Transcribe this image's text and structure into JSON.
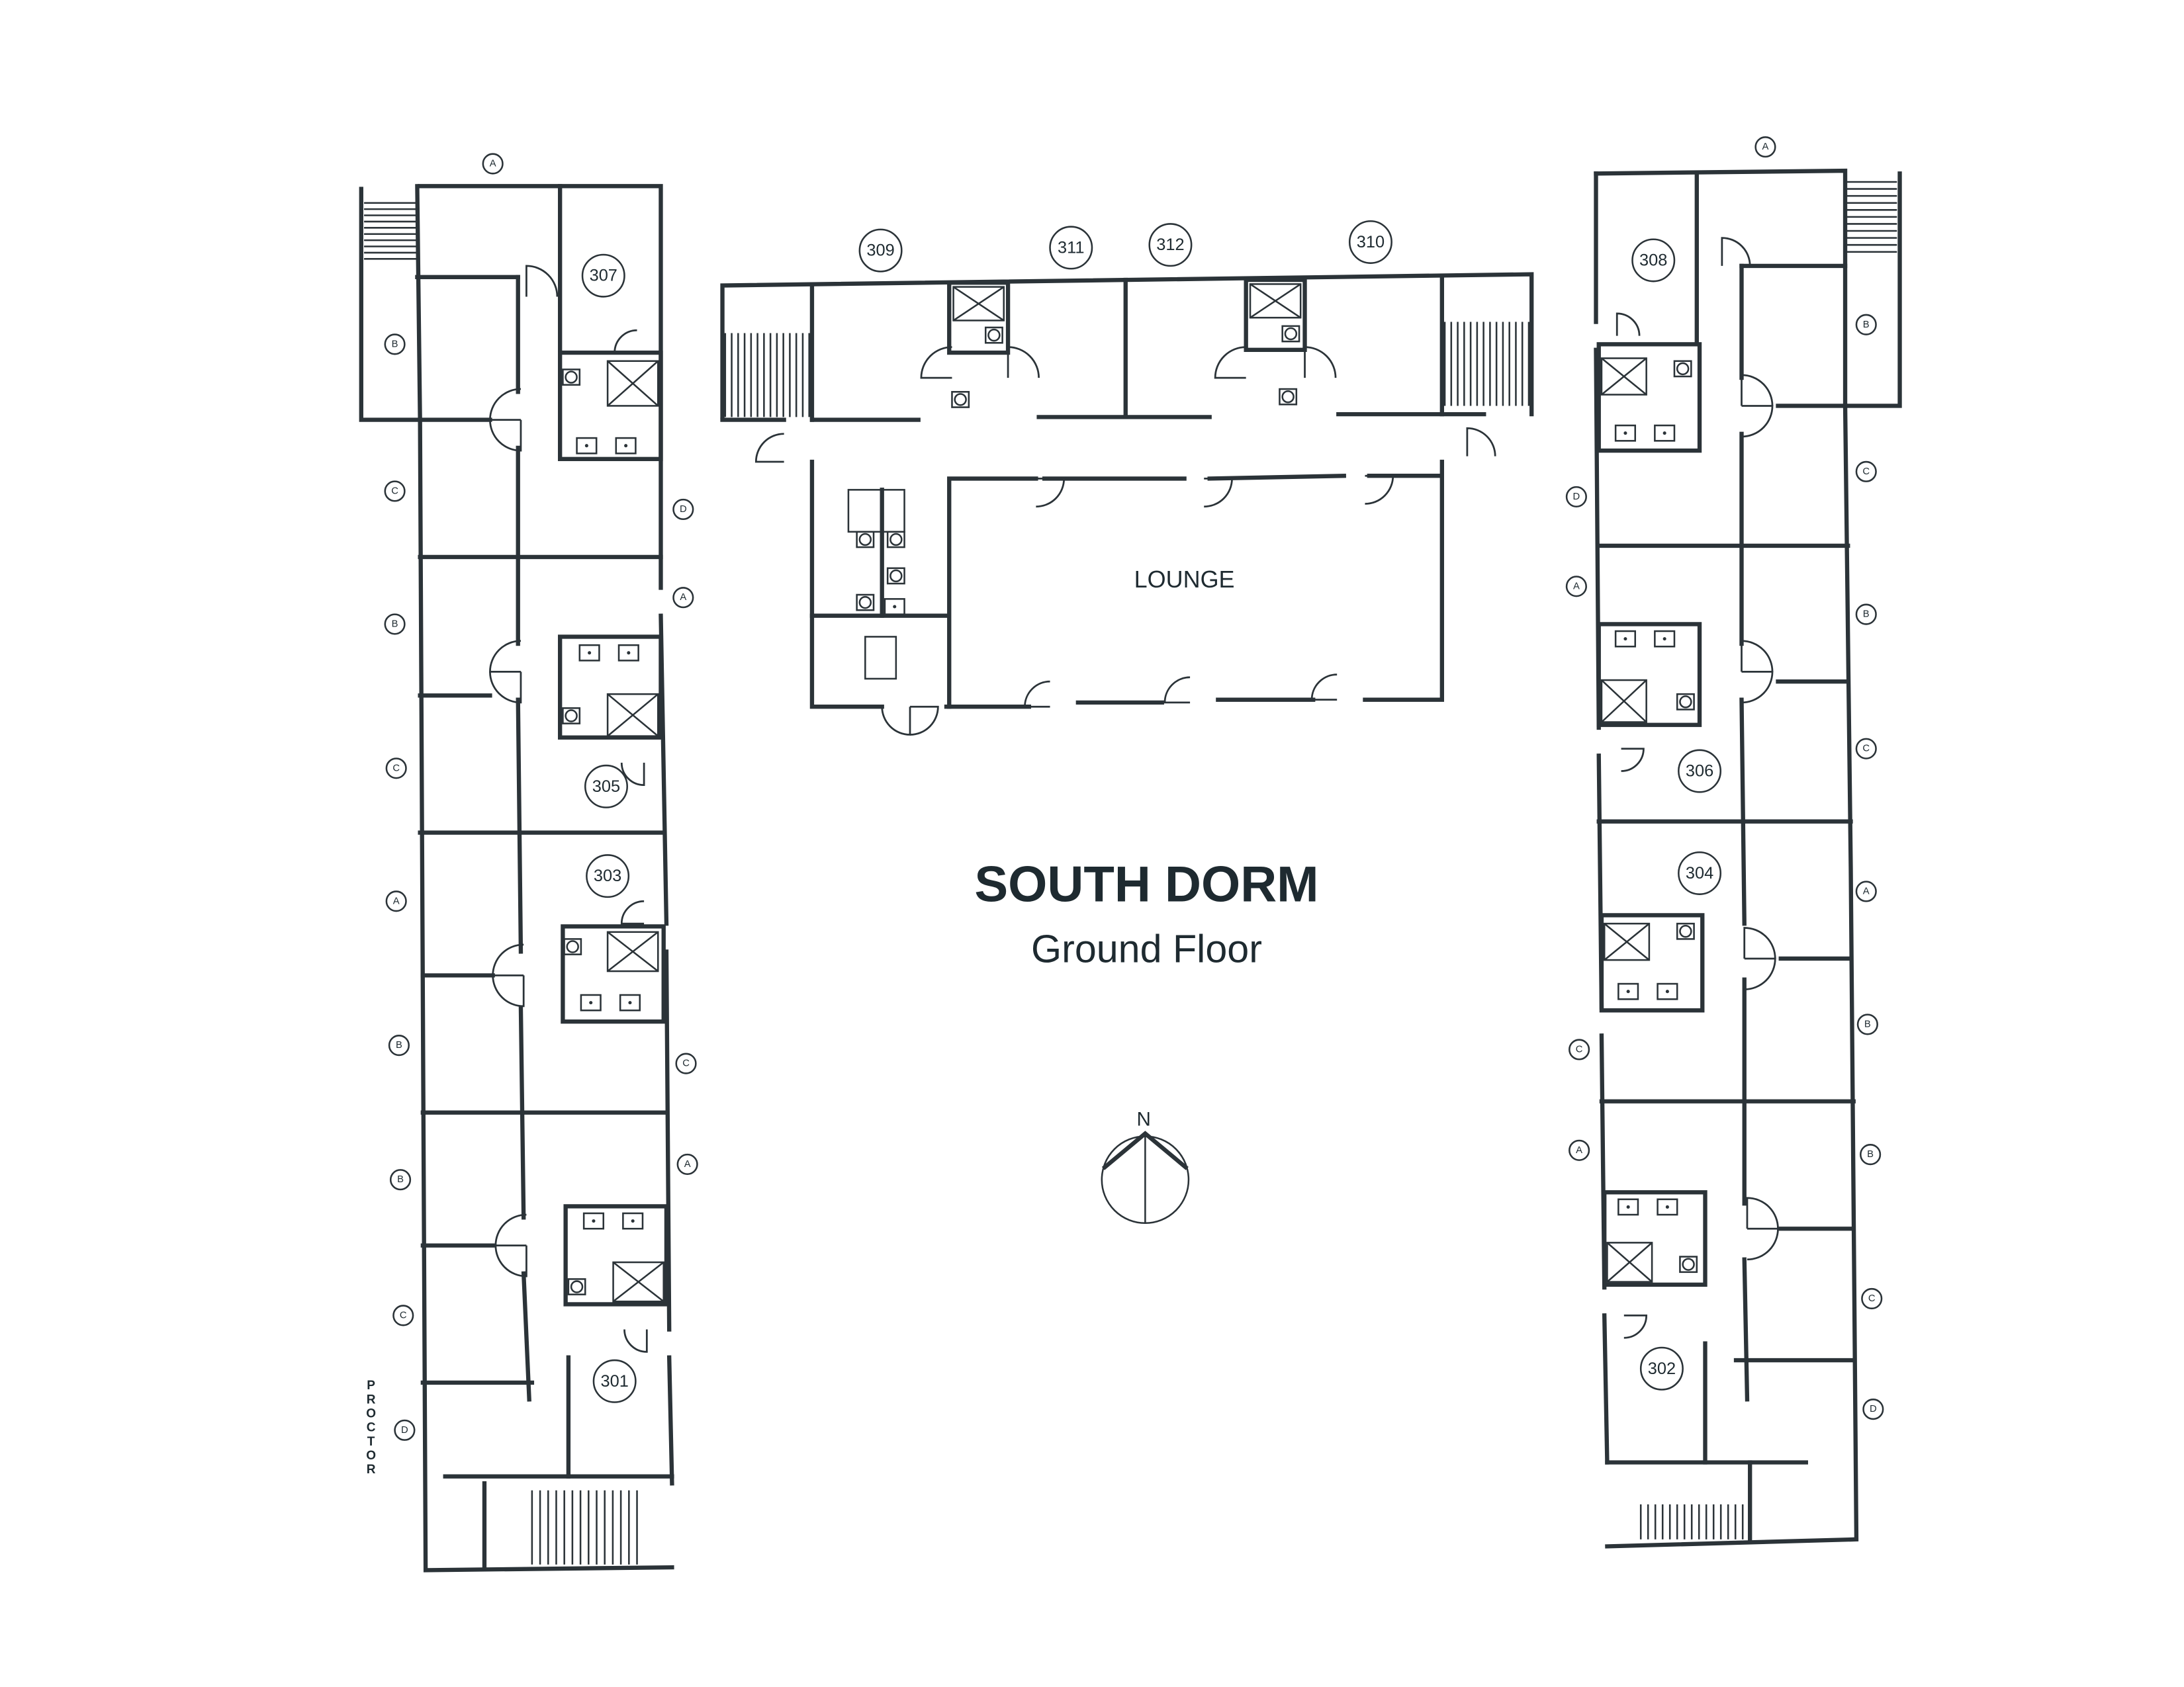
{
  "title": "SOUTH DORM",
  "subtitle": "Ground Floor",
  "lounge_label": "LOUNGE",
  "north_label": "N",
  "proctor_label": "PROCTOR",
  "rooms": {
    "left_wing": [
      "307",
      "305",
      "303",
      "301"
    ],
    "right_wing": [
      "308",
      "306",
      "304",
      "302"
    ],
    "center": [
      "309",
      "311",
      "312",
      "310"
    ]
  },
  "bed_labels": {
    "left_wing": [
      "A",
      "B",
      "C",
      "D",
      "B",
      "A",
      "C",
      "A",
      "B",
      "C",
      "B",
      "A",
      "C",
      "D"
    ],
    "right_wing": [
      "A",
      "B",
      "C",
      "D",
      "A",
      "B",
      "C",
      "A",
      "B",
      "C",
      "A",
      "B",
      "C",
      "D"
    ]
  },
  "colors": {
    "ink": "#2b3338",
    "background": "#ffffff"
  }
}
